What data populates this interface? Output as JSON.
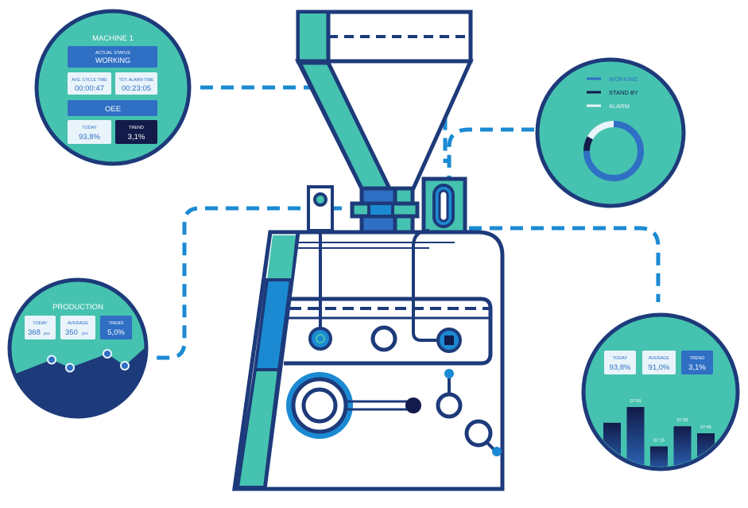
{
  "colors": {
    "navy": "#1d3a7a",
    "teal": "#46c2b0",
    "blue": "#2f6fc4",
    "bright_blue": "#1b8ad3",
    "dark": "#121b4a",
    "pale": "#e9f4fa"
  },
  "machine_panel": {
    "title": "MACHINE 1",
    "status_label": "ACTUAL STATUS",
    "status_value": "WORKING",
    "cycle_label": "AVG. CYCLE TIME",
    "cycle_value": "00:00:47",
    "alarm_label": "TOT. ALARM TIME",
    "alarm_value": "00:23:05",
    "oee_label": "OEE",
    "today_label": "TODAY",
    "today_value": "93,8%",
    "trend_label": "TREND",
    "trend_value": "3,1%"
  },
  "status_panel": {
    "legend": [
      "WORKING",
      "STAND BY",
      "ALARM"
    ],
    "donut": {
      "working": 0.75,
      "stand_by": 0.08,
      "alarm": 0.17
    }
  },
  "production_panel": {
    "title": "PRODUCTION",
    "today_label": "TODAY",
    "today_value": "368",
    "today_unit": "pcs",
    "average_label": "AVERAGE",
    "average_value": "350",
    "average_unit": "pcs",
    "trend_label": "TREND",
    "trend_value": "5,0%",
    "sparkline": [
      0.55,
      0.35,
      0.7,
      0.4
    ]
  },
  "oee_panel": {
    "today_label": "TODAY",
    "today_value": "93,8%",
    "average_label": "AVERAGE",
    "average_value": "91,0%",
    "trend_label": "TREND",
    "trend_value": "3,1%",
    "bars": [
      {
        "label": "",
        "value": 0.62
      },
      {
        "label": "07:00",
        "value": 0.8
      },
      {
        "label": "07:15",
        "value": 0.35
      },
      {
        "label": "07:30",
        "value": 0.58
      },
      {
        "label": "07:45",
        "value": 0.5
      }
    ]
  }
}
